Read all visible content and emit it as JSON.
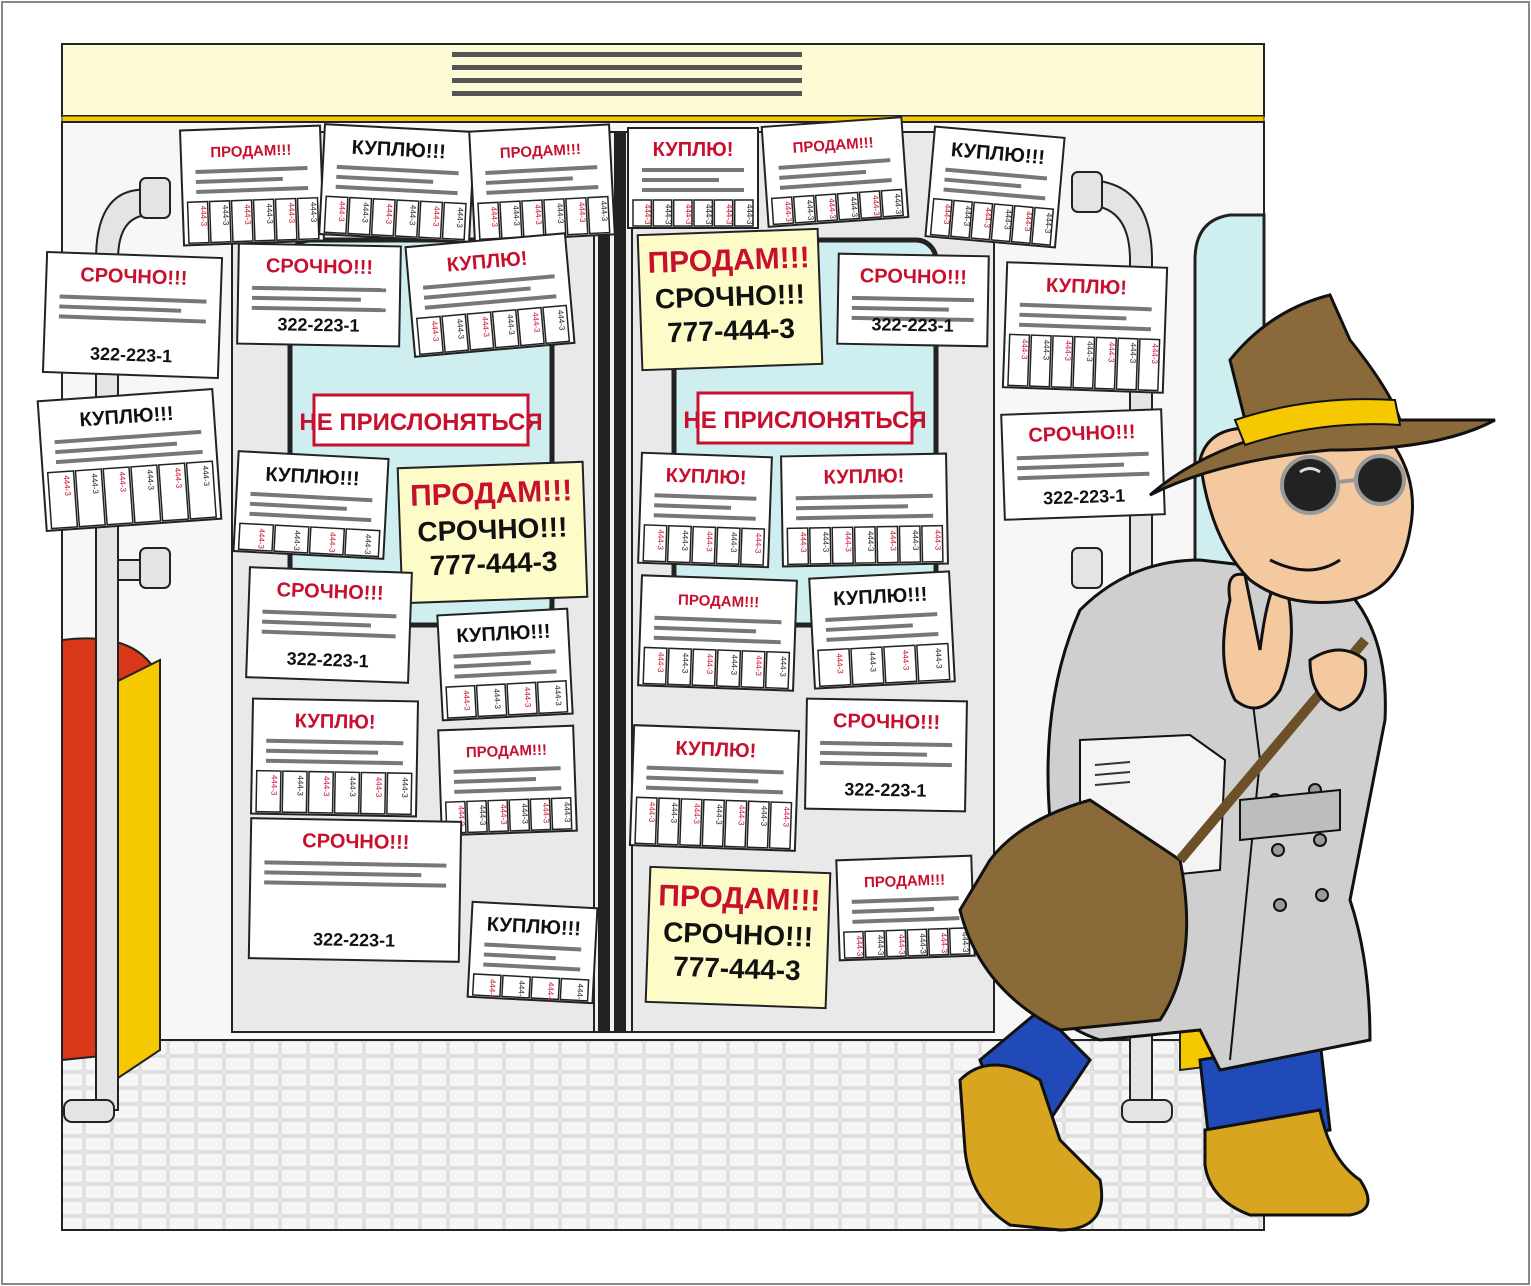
{
  "labels": {
    "sell": "ПРОДАМ!!!",
    "buy_excl3": "КУПЛЮ!!!",
    "buy_excl1": "КУПЛЮ!",
    "urgent": "СРОЧНО!!!",
    "phone_short": "322-223-1",
    "phone_long": "777-444-3",
    "stub_number": "444-3",
    "door_sign": "НЕ ПРИСЛОНЯТЬСЯ"
  },
  "colors": {
    "ceiling_panel": "#fdfbd6",
    "wall": "#f4f4f4",
    "door_glass": "#cfeef0",
    "floor": "#e8e8e8",
    "seat_red": "#d9371a",
    "seat_yellow": "#f5c800",
    "flyer_yellow": "#fdfbc8",
    "text_red": "#c8102e",
    "coat_gray": "#cfcfcf",
    "hat_brown": "#8a6a3a",
    "hat_band": "#f5c800",
    "pants_blue": "#1f4ab8",
    "boots_yellow": "#d8a520",
    "bag_brown": "#8a6a38"
  }
}
